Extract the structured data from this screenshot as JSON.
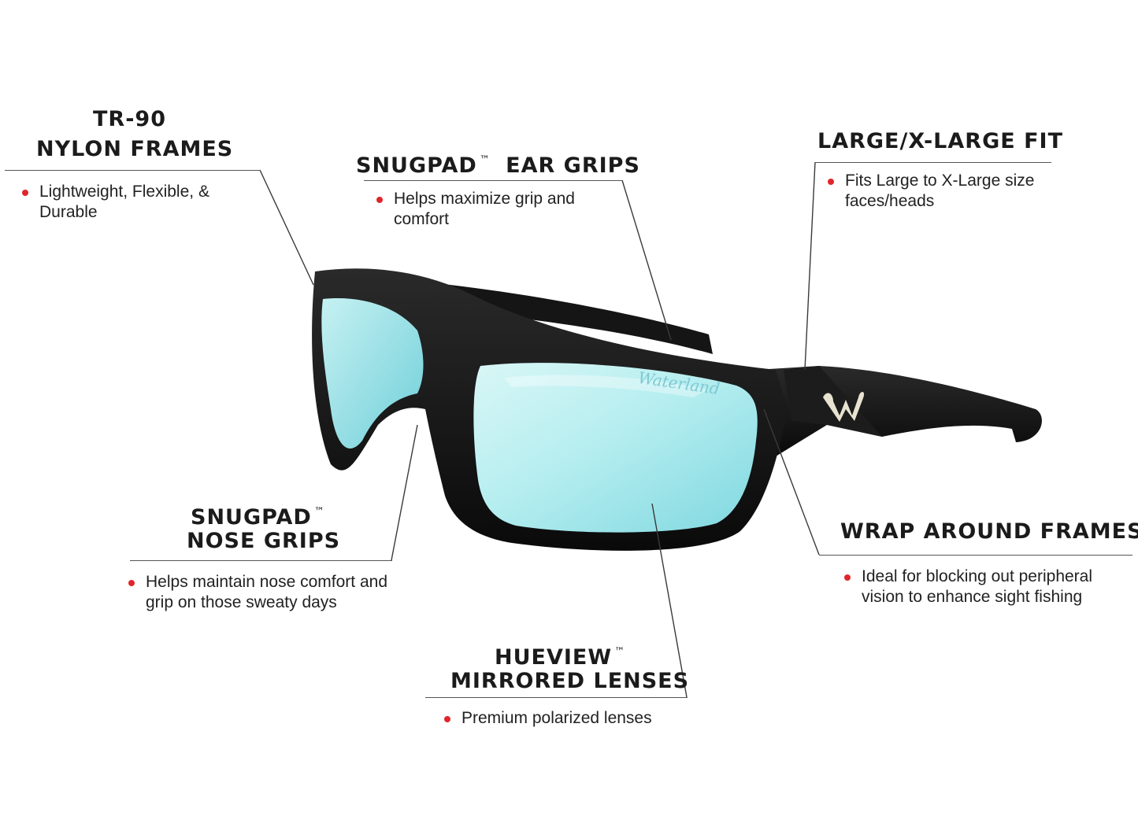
{
  "callouts": {
    "frames": {
      "line1": "TR-90",
      "line2": "NYLON FRAMES",
      "bullet": "Lightweight, Flexible, & Durable"
    },
    "ear_grips": {
      "title": "SNUGPAD",
      "tm": "™",
      "title2": "EAR GRIPS",
      "bullet": "Helps maximize grip and comfort"
    },
    "fit": {
      "title": "LARGE/X-LARGE FIT",
      "bullet": "Fits Large to X-Large size faces/heads"
    },
    "nose_grips": {
      "line1": "SNUGPAD",
      "tm": "™",
      "line2": "NOSE GRIPS",
      "bullet": "Helps maintain nose comfort and grip on those sweaty days"
    },
    "wrap": {
      "title": "WRAP AROUND FRAMES",
      "bullet": "Ideal for blocking out peripheral vision to enhance sight fishing"
    },
    "lenses": {
      "line1": "HUEVIEW",
      "tm": "™",
      "line2": "MIRRORED LENSES",
      "bullet": "Premium polarized lenses"
    }
  },
  "product": {
    "lens_logo": "Waterland"
  },
  "colors": {
    "frame": "#111111",
    "lens": "#b9eef0",
    "accent": "#e0252b",
    "text": "#1b1b1b"
  }
}
